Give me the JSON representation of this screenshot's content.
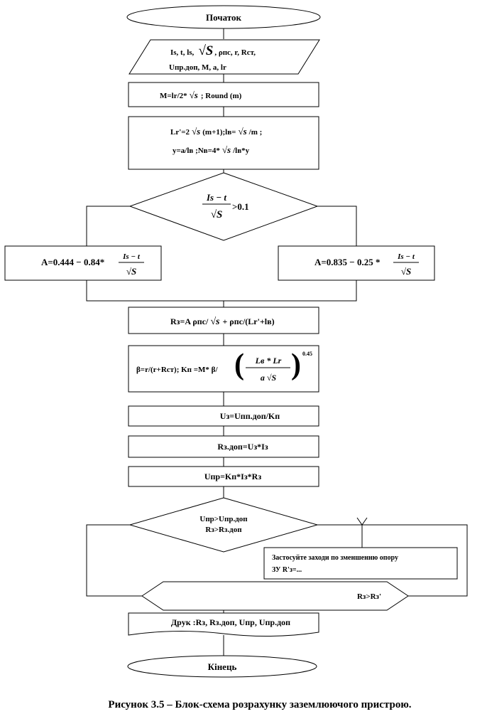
{
  "start": "Початок",
  "input": {
    "line1_a": "Is, t, ls,",
    "line1_b": ", ρпс,  r, Rст,",
    "line2": "Uпр.доп, M, a, lr"
  },
  "step1": {
    "a": "M=lr/2*",
    "b": "; Round (m)"
  },
  "step2": {
    "l1_a": "Lr'=2",
    "l1_b": "(m+1);lв=",
    "l1_c": "/m  ;",
    "l2_a": "y=a/lв ;Nв=4*",
    "l2_b": "/lв*y"
  },
  "decision1": {
    "num": "Is − t",
    "den": "S",
    "tail": ">0.1"
  },
  "left_formula": {
    "pre": "A=0.444 − 0.84*",
    "num": "Is − t",
    "den": "S"
  },
  "right_formula": {
    "pre": "A=0.835 − 0.25 *",
    "num": "Is − t",
    "den": "S"
  },
  "step_rz": {
    "a": "Rз=A ρпс/",
    "b": "+ ρпс/(Lr'+lв)"
  },
  "step_beta": {
    "a": "β=r/(r+Rст);  Kп =M* β/",
    "num": "Lв * Lr",
    "den_a": "a",
    "den_b": "S",
    "exp": "0.45"
  },
  "step_uz": "Uз=Uпп.доп/Kп",
  "step_rzdop": "Rз.доп=Uз*Iз",
  "step_upr": "Uпр=Kп*Iз*Rз",
  "decision2": {
    "l1": "Uпр>Uпр.доп",
    "l2": "Rз>Rз.доп"
  },
  "action": {
    "l1": "Застосуйте заходи по зменшенню опору",
    "l2": "ЗУ  R'з=..."
  },
  "decision3": "Rз>Rз'",
  "output": "Друк :Rз, Rз.доп, Uпр, Uпр.доп",
  "end": "Кінець",
  "caption": "Рисунок 3.5 – Блок-схема розрахунку заземлюючого пристрою."
}
